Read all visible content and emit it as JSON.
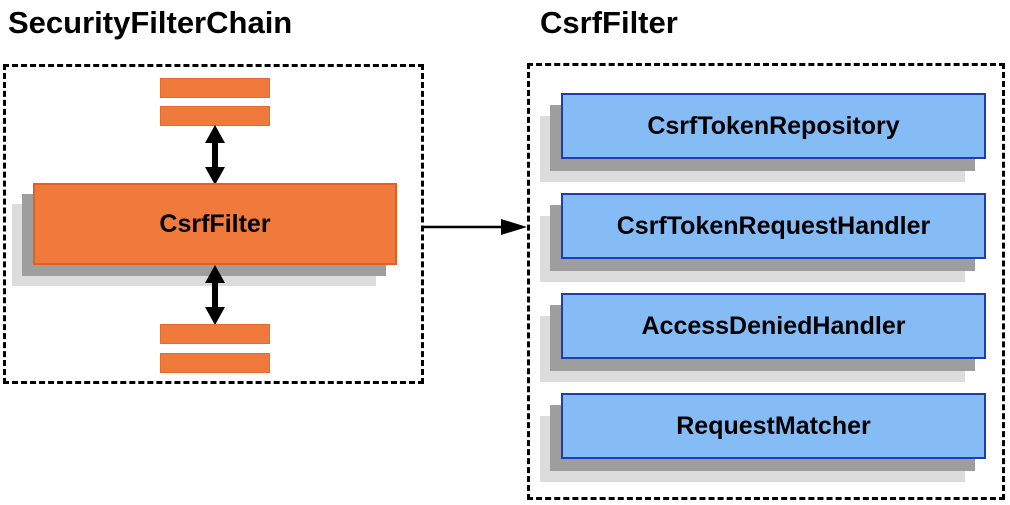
{
  "diagram": {
    "left_panel": {
      "title": "SecurityFilterChain",
      "filter_box_label": "CsrfFilter"
    },
    "right_panel": {
      "title": "CsrfFilter",
      "components": [
        {
          "label": "CsrfTokenRepository"
        },
        {
          "label": "CsrfTokenRequestHandler"
        },
        {
          "label": "AccessDeniedHandler"
        },
        {
          "label": "RequestMatcher"
        }
      ]
    },
    "colors": {
      "orange_fill": "#F0793C",
      "orange_border": "#E05F23",
      "blue_fill": "#85BCF5",
      "blue_border": "#1E3BB8",
      "shadow_medium": "#9E9E9E",
      "shadow_light": "#DCDCDC",
      "arrow": "#000000",
      "text": "#000000"
    }
  }
}
